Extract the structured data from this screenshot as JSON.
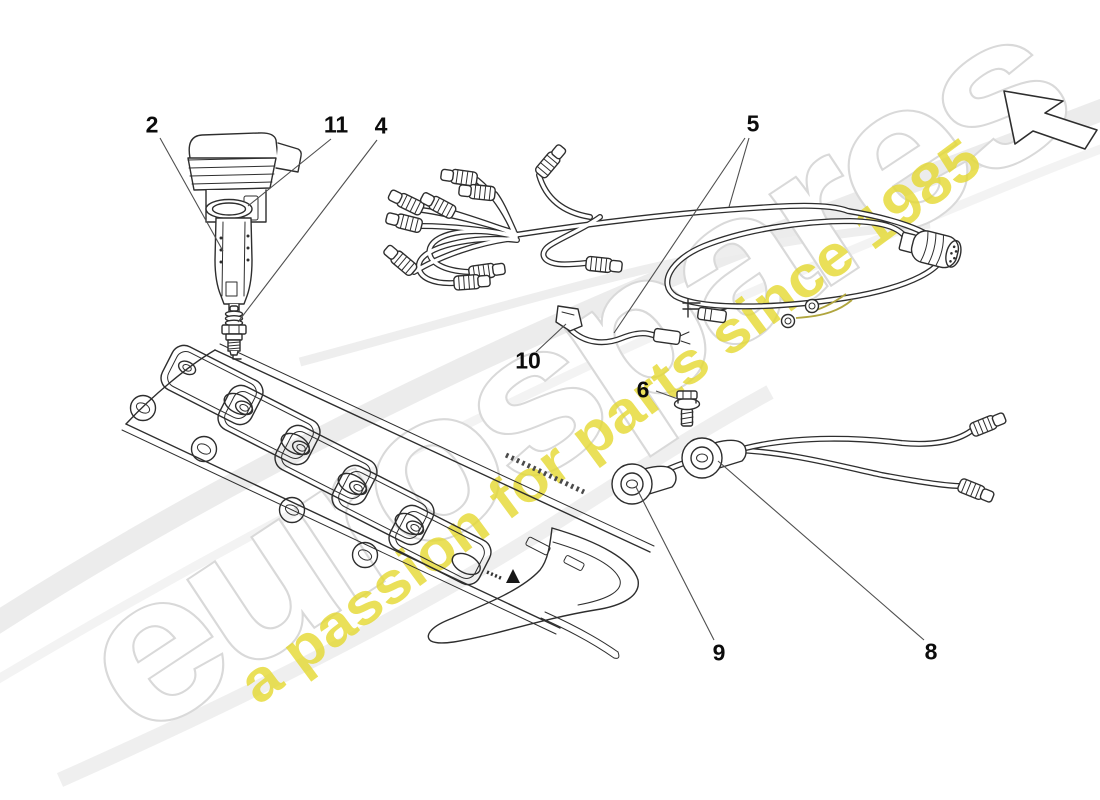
{
  "watermark": {
    "brand": "eurospares",
    "tagline": "a passion for parts since 1985",
    "brand_outline_color": "#d9d9d9",
    "swoosh_color": "#ededed",
    "tagline_color": "#e5d930"
  },
  "nav": {
    "back_arrow_icon": "prev-page-arrow"
  },
  "diagram": {
    "line_color": "#2e2e2e",
    "callouts": [
      {
        "label": "2"
      },
      {
        "label": "11"
      },
      {
        "label": "4"
      },
      {
        "label": "5"
      },
      {
        "label": "10"
      },
      {
        "label": "6"
      },
      {
        "label": "9"
      },
      {
        "label": "8"
      }
    ]
  }
}
